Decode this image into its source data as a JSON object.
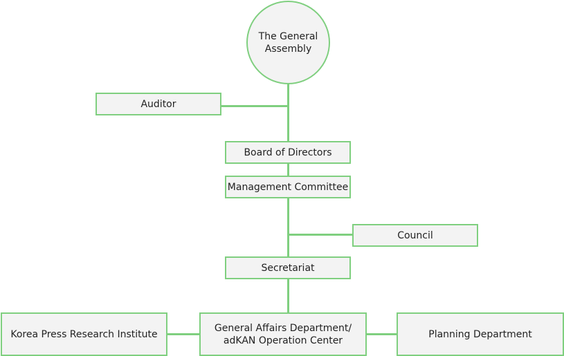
{
  "colors": {
    "accent": "#7fcf7f",
    "box_fill": "#f3f3f3",
    "text": "#222222"
  },
  "nodes": {
    "general_assembly": {
      "line1": "The General",
      "line2": "Assembly"
    },
    "auditor": {
      "label": "Auditor"
    },
    "board": {
      "label": "Board of Directors"
    },
    "management": {
      "label": "Management Committee"
    },
    "council": {
      "label": "Council"
    },
    "secretariat": {
      "label": "Secretariat"
    },
    "general_affairs": {
      "line1": "General Affairs Department/",
      "line2": "adKAN Operation Center"
    },
    "research_institute": {
      "label": "Korea Press Research Institute"
    },
    "planning": {
      "label": "Planning Department"
    }
  }
}
